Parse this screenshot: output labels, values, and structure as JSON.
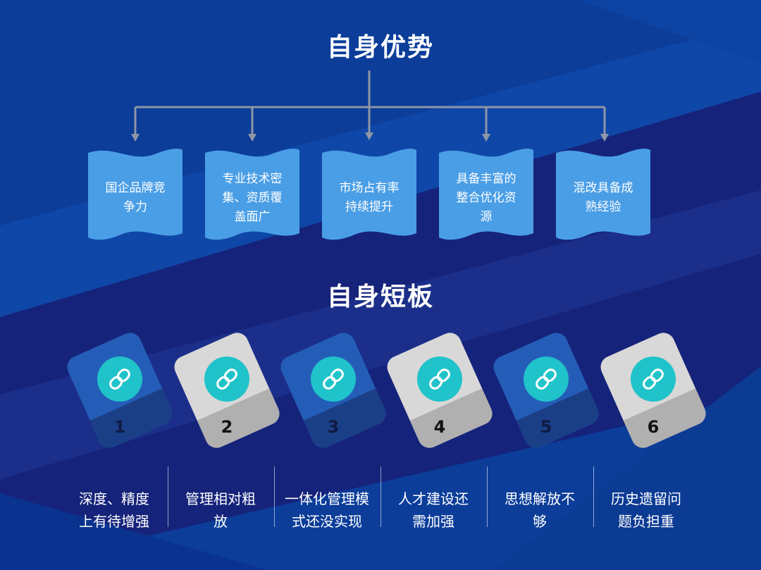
{
  "advantages": {
    "title": "自身优势",
    "items": [
      {
        "lines": [
          "国企品牌竞",
          "争力"
        ]
      },
      {
        "lines": [
          "专业技术密",
          "集、资质覆",
          "盖面广"
        ]
      },
      {
        "lines": [
          "市场占有率",
          "持续提升"
        ]
      },
      {
        "lines": [
          "具备丰富的",
          "整合优化资",
          "源"
        ]
      },
      {
        "lines": [
          "混改具备成",
          "熟经验"
        ]
      }
    ]
  },
  "weaknesses": {
    "title": "自身短板",
    "items": [
      {
        "number": "1",
        "style": "dark",
        "lines": [
          "深度、精度",
          "上有待增强"
        ]
      },
      {
        "number": "2",
        "style": "light",
        "lines": [
          "管理相对粗",
          "放"
        ]
      },
      {
        "number": "3",
        "style": "dark",
        "lines": [
          "一体化管理模",
          "式还没实现"
        ]
      },
      {
        "number": "4",
        "style": "light",
        "lines": [
          "人才建设还",
          "需加强"
        ]
      },
      {
        "number": "5",
        "style": "dark",
        "lines": [
          "思想解放不",
          "够"
        ]
      },
      {
        "number": "6",
        "style": "light",
        "lines": [
          "历史遗留问",
          "题负担重"
        ]
      }
    ]
  },
  "icons": {
    "tag_icon": "link-icon"
  },
  "colors": {
    "background": "#0b3d99",
    "flag_fill": "#4a9ee6",
    "connector": "#8f96a6",
    "tag_circle": "#20c3c9",
    "tag_dark": "#245db8",
    "tag_light": "#d8d8d8"
  }
}
